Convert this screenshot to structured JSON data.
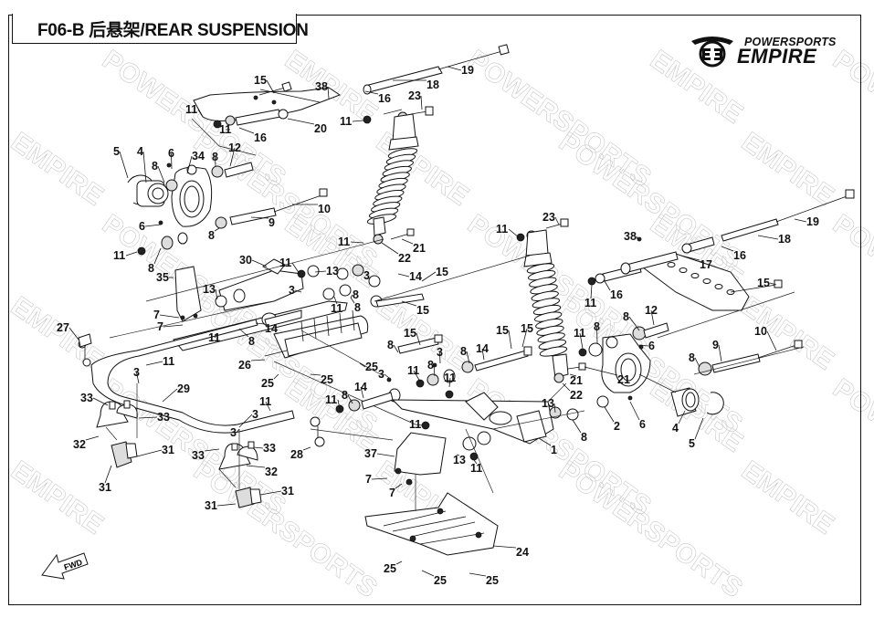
{
  "header": {
    "title": "F06-B 后悬架/REAR SUSPENSION"
  },
  "logo": {
    "tagline": "POWERSPORTS",
    "brand": "EMPIRE",
    "icon": "empire-wing-emblem"
  },
  "watermark": {
    "text": "POWERSPORTS EMPIRE"
  },
  "fwd_arrow": {
    "label": "FWD",
    "icon": "forward-direction-arrow"
  },
  "callouts": [
    {
      "id": "c1",
      "part": "15"
    },
    {
      "id": "c2",
      "part": "38"
    },
    {
      "id": "c3",
      "part": "11"
    },
    {
      "id": "c4",
      "part": "11"
    },
    {
      "id": "c5",
      "part": "16"
    },
    {
      "id": "c6",
      "part": "20"
    },
    {
      "id": "c7",
      "part": "18"
    },
    {
      "id": "c8",
      "part": "16"
    },
    {
      "id": "c9",
      "part": "19"
    },
    {
      "id": "c10",
      "part": "23"
    },
    {
      "id": "c11",
      "part": "11"
    },
    {
      "id": "c12",
      "part": "5"
    },
    {
      "id": "c13",
      "part": "4"
    },
    {
      "id": "c14",
      "part": "8"
    },
    {
      "id": "c15",
      "part": "6"
    },
    {
      "id": "c16",
      "part": "34"
    },
    {
      "id": "c17",
      "part": "8"
    },
    {
      "id": "c18",
      "part": "12"
    },
    {
      "id": "c19",
      "part": "10"
    },
    {
      "id": "c20",
      "part": "9"
    },
    {
      "id": "c21",
      "part": "6"
    },
    {
      "id": "c22",
      "part": "8"
    },
    {
      "id": "c23",
      "part": "11"
    },
    {
      "id": "c24",
      "part": "8"
    },
    {
      "id": "c25",
      "part": "11"
    },
    {
      "id": "c26",
      "part": "21"
    },
    {
      "id": "c27",
      "part": "22"
    },
    {
      "id": "c28",
      "part": "30"
    },
    {
      "id": "c29",
      "part": "11"
    },
    {
      "id": "c30",
      "part": "13"
    },
    {
      "id": "c31",
      "part": "35"
    },
    {
      "id": "c32",
      "part": "13"
    },
    {
      "id": "c33",
      "part": "3"
    },
    {
      "id": "c34",
      "part": "8"
    },
    {
      "id": "c35",
      "part": "11"
    },
    {
      "id": "c36",
      "part": "3"
    },
    {
      "id": "c37",
      "part": "14"
    },
    {
      "id": "c38",
      "part": "15"
    },
    {
      "id": "c39",
      "part": "8"
    },
    {
      "id": "c40",
      "part": "15"
    },
    {
      "id": "c41",
      "part": "7"
    },
    {
      "id": "c42",
      "part": "7"
    },
    {
      "id": "c43",
      "part": "11"
    },
    {
      "id": "c44",
      "part": "8"
    },
    {
      "id": "c45",
      "part": "14"
    },
    {
      "id": "c46",
      "part": "27"
    },
    {
      "id": "c47",
      "part": "11"
    },
    {
      "id": "c48",
      "part": "26"
    },
    {
      "id": "c49",
      "part": "25"
    },
    {
      "id": "c50",
      "part": "25"
    },
    {
      "id": "c51",
      "part": "25"
    },
    {
      "id": "c52",
      "part": "15"
    },
    {
      "id": "c53",
      "part": "8"
    },
    {
      "id": "c54",
      "part": "3"
    },
    {
      "id": "c55",
      "part": "8"
    },
    {
      "id": "c56",
      "part": "14"
    },
    {
      "id": "c57",
      "part": "15"
    },
    {
      "id": "c58",
      "part": "11"
    },
    {
      "id": "c59",
      "part": "8"
    },
    {
      "id": "c60",
      "part": "3"
    },
    {
      "id": "c61",
      "part": "11"
    },
    {
      "id": "c62",
      "part": "11"
    },
    {
      "id": "c63",
      "part": "8"
    },
    {
      "id": "c64",
      "part": "14"
    },
    {
      "id": "c65",
      "part": "3"
    },
    {
      "id": "c66",
      "part": "3"
    },
    {
      "id": "c67",
      "part": "29"
    },
    {
      "id": "c68",
      "part": "33"
    },
    {
      "id": "c69",
      "part": "33"
    },
    {
      "id": "c70",
      "part": "32"
    },
    {
      "id": "c71",
      "part": "31"
    },
    {
      "id": "c72",
      "part": "31"
    },
    {
      "id": "c73",
      "part": "11"
    },
    {
      "id": "c74",
      "part": "3"
    },
    {
      "id": "c75",
      "part": "33"
    },
    {
      "id": "c76",
      "part": "33"
    },
    {
      "id": "c77",
      "part": "32"
    },
    {
      "id": "c78",
      "part": "31"
    },
    {
      "id": "c79",
      "part": "31"
    },
    {
      "id": "c80",
      "part": "28"
    },
    {
      "id": "c81",
      "part": "11"
    },
    {
      "id": "c82",
      "part": "37"
    },
    {
      "id": "c83",
      "part": "7"
    },
    {
      "id": "c84",
      "part": "7"
    },
    {
      "id": "c85",
      "part": "13"
    },
    {
      "id": "c86",
      "part": "11"
    },
    {
      "id": "c87",
      "part": "1"
    },
    {
      "id": "c88",
      "part": "24"
    },
    {
      "id": "c89",
      "part": "25"
    },
    {
      "id": "c90",
      "part": "25"
    },
    {
      "id": "c91",
      "part": "25"
    },
    {
      "id": "c92",
      "part": "11"
    },
    {
      "id": "c93",
      "part": "23"
    },
    {
      "id": "c94",
      "part": "21"
    },
    {
      "id": "c95",
      "part": "22"
    },
    {
      "id": "c96",
      "part": "38"
    },
    {
      "id": "c97",
      "part": "17"
    },
    {
      "id": "c98",
      "part": "16"
    },
    {
      "id": "c99",
      "part": "18"
    },
    {
      "id": "c100",
      "part": "19"
    },
    {
      "id": "c101",
      "part": "11"
    },
    {
      "id": "c102",
      "part": "16"
    },
    {
      "id": "c103",
      "part": "15"
    },
    {
      "id": "c104",
      "part": "12"
    },
    {
      "id": "c105",
      "part": "8"
    },
    {
      "id": "c106",
      "part": "11"
    },
    {
      "id": "c107",
      "part": "8"
    },
    {
      "id": "c108",
      "part": "6"
    },
    {
      "id": "c109",
      "part": "10"
    },
    {
      "id": "c110",
      "part": "9"
    },
    {
      "id": "c111",
      "part": "8"
    },
    {
      "id": "c112",
      "part": "13"
    },
    {
      "id": "c113",
      "part": "8"
    },
    {
      "id": "c114",
      "part": "2"
    },
    {
      "id": "c115",
      "part": "6"
    },
    {
      "id": "c116",
      "part": "4"
    },
    {
      "id": "c117",
      "part": "5"
    },
    {
      "id": "c118",
      "part": "15"
    },
    {
      "id": "c119",
      "part": "21"
    }
  ]
}
